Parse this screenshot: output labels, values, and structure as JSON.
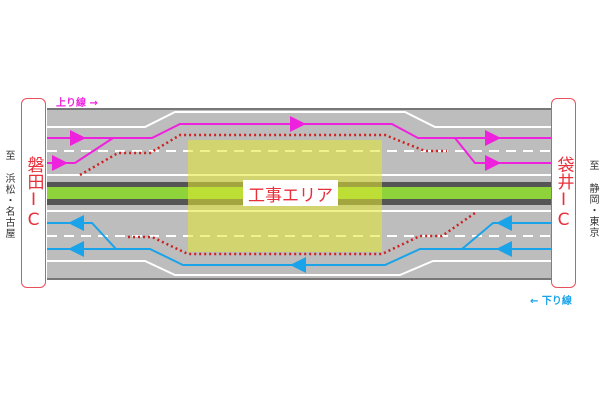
{
  "left_ic": "磐田IC",
  "right_ic": "袋井IC",
  "left_destination": "至 浜松・名古屋",
  "right_destination": "至 静岡・東京",
  "up_line_label": "上り線 →",
  "down_line_label": "← 下り線",
  "work_area_label": "工事エリア",
  "colors": {
    "up": "#ee22dd",
    "down": "#1aa3e8",
    "work": "#d7df4a",
    "detour": "#cc2222",
    "ic_border": "#e8505b"
  }
}
